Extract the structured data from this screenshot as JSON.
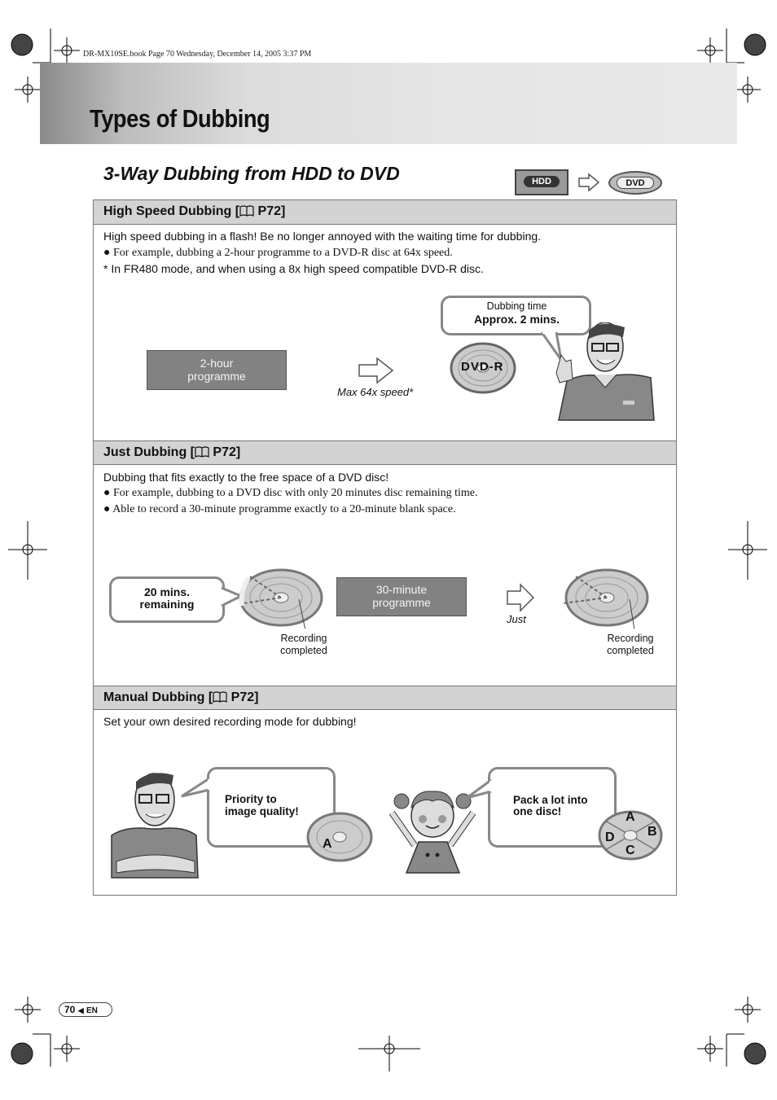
{
  "print_header": "DR-MX10SE.book  Page 70  Wednesday, December 14, 2005  3:37 PM",
  "page_title": "Types of Dubbing",
  "section_title": "3-Way Dubbing from HDD to DVD",
  "badges": {
    "hdd": "HDD",
    "dvd": "DVD"
  },
  "high_speed": {
    "title": "High Speed Dubbing [",
    "ref": " P72]",
    "intro": "High speed dubbing in a flash! Be no longer annoyed with the waiting time for dubbing.",
    "bullet": "For example, dubbing a 2-hour programme to a DVD-R disc at 64x speed.",
    "note": "*  In FR480 mode, and when using a 8x high speed compatible DVD-R disc.",
    "programme_line1": "2-hour",
    "programme_line2": "programme",
    "speed_caption": "Max 64x speed*",
    "disc_label": "DVD-R",
    "bubble_line1": "Dubbing time",
    "bubble_line2": "Approx. 2 mins."
  },
  "just": {
    "title": "Just Dubbing [",
    "ref": " P72]",
    "intro": "Dubbing that fits exactly to the free space of a DVD disc!",
    "bullet1": "For example, dubbing to a DVD disc with only 20 minutes disc remaining time.",
    "bullet2": "Able to record a 30-minute programme exactly to a 20-minute blank space.",
    "bubble_line1": "20 mins.",
    "bubble_line2": "remaining",
    "programme_line1": "30-minute",
    "programme_line2": "programme",
    "arrow_caption": "Just",
    "rec_left_line1": "Recording",
    "rec_left_line2": "completed",
    "rec_right_line1": "Recording",
    "rec_right_line2": "completed"
  },
  "manual": {
    "title": "Manual Dubbing [",
    "ref": " P72]",
    "intro": "Set your own desired recording mode for dubbing!",
    "bubble_left_line1": "Priority to",
    "bubble_left_line2": "image quality!",
    "disc_left_label": "A",
    "bubble_right_line1": "Pack a lot into",
    "bubble_right_line2": "one disc!",
    "disc_right_labels": {
      "a": "A",
      "b": "B",
      "c": "C",
      "d": "D"
    }
  },
  "footer": {
    "page_number": "70",
    "lang": "EN"
  }
}
